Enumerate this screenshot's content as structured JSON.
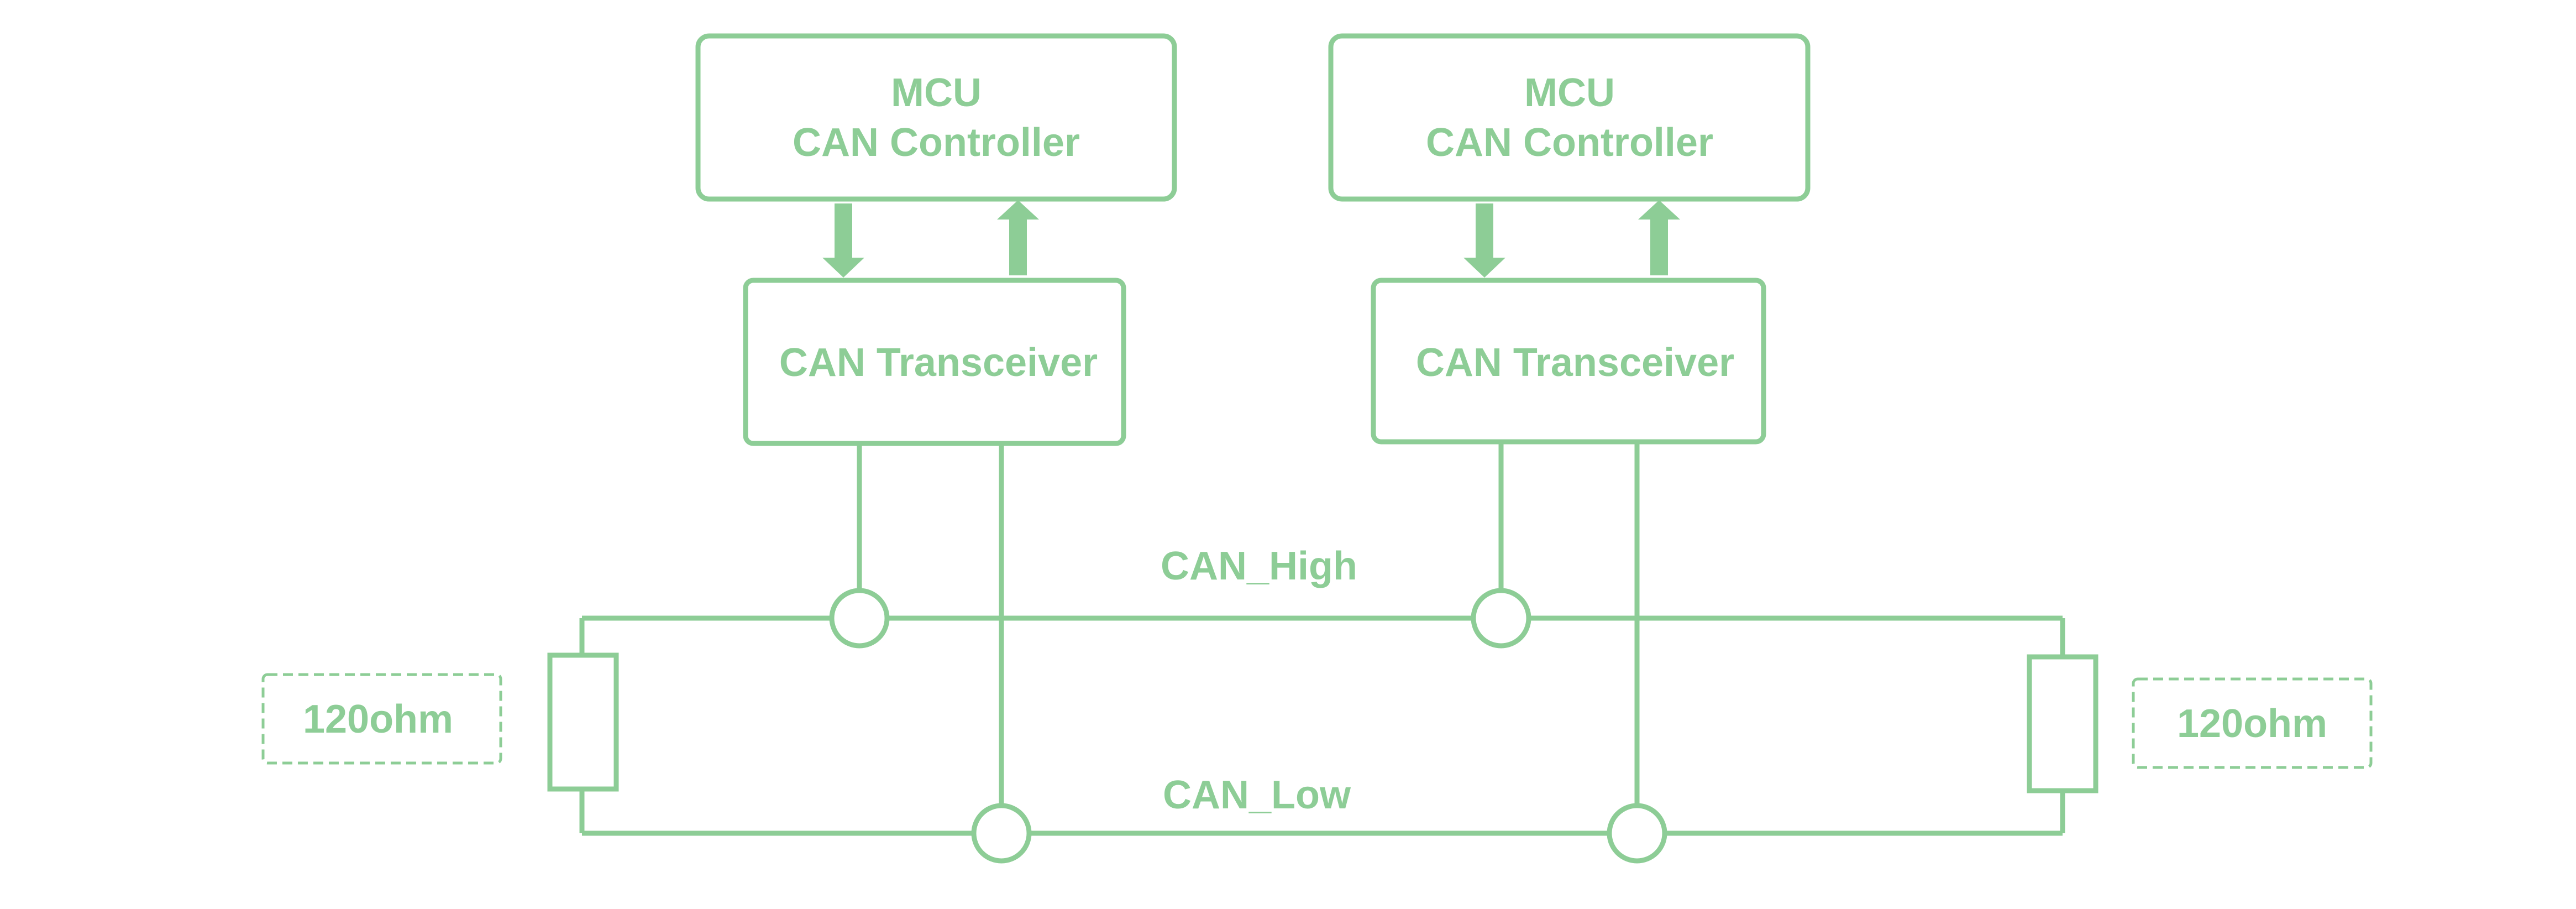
{
  "colors": {
    "accent": "#8dcd96",
    "background": "#ffffff"
  },
  "nodes": [
    {
      "controller_line1": "MCU",
      "controller_line2": "CAN Controller",
      "transceiver": "CAN Transceiver"
    },
    {
      "controller_line1": "MCU",
      "controller_line2": "CAN Controller",
      "transceiver": "CAN Transceiver"
    }
  ],
  "bus": {
    "high_label": "CAN_High",
    "low_label": "CAN_Low"
  },
  "terminators": {
    "left_label": "120ohm",
    "right_label": "120ohm"
  }
}
